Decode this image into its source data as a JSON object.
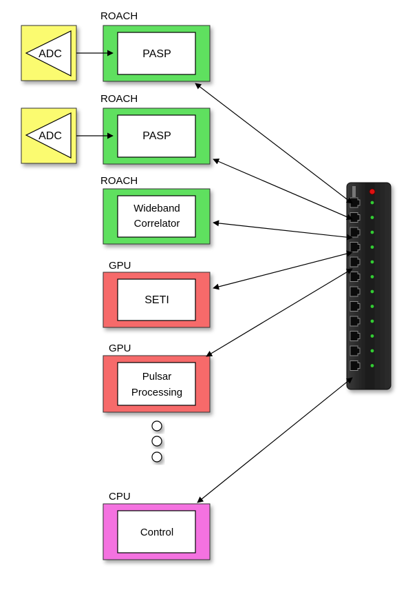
{
  "colors": {
    "roach_fill": "#5ee05e",
    "gpu_fill": "#f66b6b",
    "cpu_fill": "#f472e0",
    "adc_fill": "#fbfb70",
    "switch_body": "#1e1e1e",
    "switch_led_green": "#33cc33",
    "switch_led_red": "#dd1111",
    "arrow": "#000000"
  },
  "labels": {
    "roach_1": "ROACH",
    "roach_2": "ROACH",
    "roach_3": "ROACH",
    "gpu_1": "GPU",
    "gpu_2": "GPU",
    "cpu_1": "CPU"
  },
  "adc": [
    {
      "label": "ADC"
    },
    {
      "label": "ADC"
    }
  ],
  "boxes": {
    "pasp_1": {
      "lines": [
        "PASP"
      ]
    },
    "pasp_2": {
      "lines": [
        "PASP"
      ]
    },
    "wideband_correlator": {
      "lines": [
        "Wideband",
        "Correlator"
      ]
    },
    "seti": {
      "lines": [
        "SETI"
      ]
    },
    "pulsar_processing": {
      "lines": [
        "Pulsar",
        "Processing"
      ]
    },
    "control": {
      "lines": [
        "Control"
      ]
    }
  },
  "switch": {
    "icon": "ethernet-switch-icon",
    "port_count": 12
  }
}
